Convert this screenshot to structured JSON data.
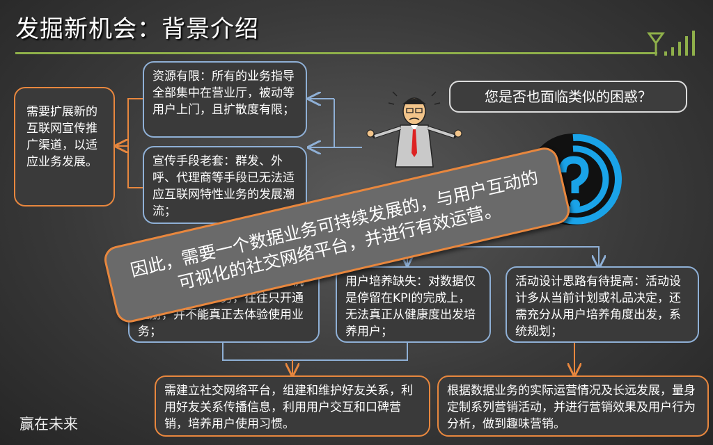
{
  "slide": {
    "title": "发掘新机会：背景介绍",
    "footer": "赢在未来"
  },
  "left_box": {
    "text": "需要扩展新的互联网宣传推广渠道，以适应业务发展。"
  },
  "top_box_1": {
    "text": "资源有限：所有的业务指导全部集中在营业厅，被动等用户上门，且扩散度有限；"
  },
  "top_box_2": {
    "text": "宣传手段老套：群发、外呼、代理商等手段已无法适应互联网特性业务的发展潮流；"
  },
  "speech_bubble": {
    "text": "您是否也面临类似的困惑？"
  },
  "banner": {
    "line1": "因此，需要一个数据业务可持续发展的，与用户互动的",
    "line2": "可视化的社交网络平台，并进行有效运营。"
  },
  "mid_box_1": {
    "text": "用户体验缺失：用户往往没有机会直接接触到业务，往往只开通注册，并不能真正去体验使用业务；"
  },
  "mid_box_2": {
    "text": "用户培养缺失：对数据仅是停留在KPI的完成上，无法真正从健康度出发培养用户；"
  },
  "mid_box_3": {
    "text": "活动设计思路有待提高：活动设计多从当前计划或礼品决定，还需充分从用户培养角度出发，系统规划；"
  },
  "bottom_box_1": {
    "text": "需建立社交网络平台，组建和维护好友关系，利用好友关系传播信息，利用用户交互和口碑营销，培养用户使用习惯。"
  },
  "bottom_box_2": {
    "text": "根据数据业务的实际运营情况及长远发展，量身定制系列营销活动，并进行营销效果及用户行为分析，做到趣味营销。"
  },
  "colors": {
    "blue_border": "#8fb0d6",
    "orange_border": "#e8873e",
    "title_line": "#8fb04a",
    "question_mark": "#1aa3e8"
  },
  "icons": [
    "signal-icon",
    "confused-man-icon",
    "question-mark-icon"
  ]
}
